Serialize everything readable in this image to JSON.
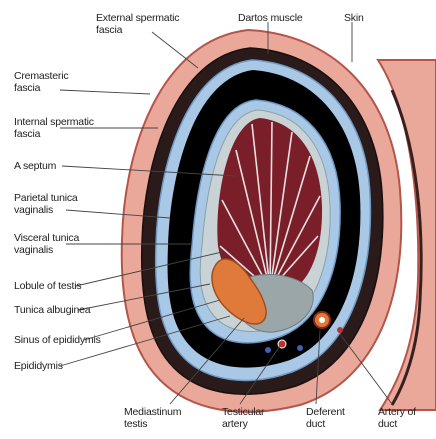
{
  "labels": {
    "external_spermatic_fascia": [
      "External spermatic",
      "fascia"
    ],
    "dartos_muscle": "Dartos muscle",
    "skin": "Skin",
    "cremasteric_fascia": [
      "Cremasteric",
      "fascia"
    ],
    "internal_spermatic_fascia": [
      "Internal spermatic",
      "fascia"
    ],
    "septum": "A septum",
    "parietal_tunica_vaginalis": [
      "Parietal tunica",
      "vaginalis"
    ],
    "visceral_tunica_vaginalis": [
      "Visceral tunica",
      "vaginalis"
    ],
    "lobule_of_testis": "Lobule of testis",
    "tunica_albuginea": "Tunica albuginea",
    "sinus_of_epididymis": "Sinus of epididymis",
    "epididymis": "Epididymis",
    "mediastinum_testis": [
      "Mediastinum",
      "testis"
    ],
    "testicular_artery": [
      "Testicular",
      "artery"
    ],
    "deferent_duct": [
      "Deferent",
      "duct"
    ],
    "artery_of_duct": [
      "Artery of",
      "duct"
    ]
  },
  "colors": {
    "skin": "#e9a89a",
    "skin_edge": "#b5554a",
    "dartos": "#2a1a1a",
    "fascia_blue": "#a9c8e6",
    "cavity": "#000000",
    "testis_lobules": "#7a1f2a",
    "mediastinum": "#9aa6a8",
    "epididymis": "#e07a3a",
    "leader_line": "#444444"
  }
}
